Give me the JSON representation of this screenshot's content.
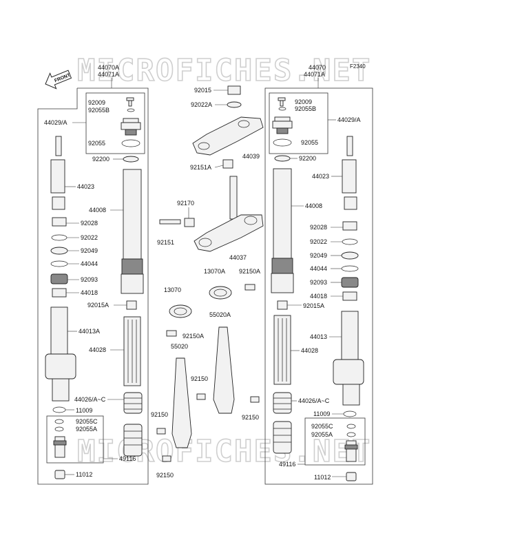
{
  "watermark": "MICROFICHES.NET",
  "figure_code": "F2340",
  "front_label": "FRONT",
  "left_assembly": {
    "header": [
      "44070A",
      "44071A"
    ],
    "labels": {
      "p92009": "92009",
      "p92055B": "92055B",
      "p92055": "92055",
      "p44029": "44029/A",
      "p92200": "92200",
      "p44023": "44023",
      "p44008": "44008",
      "p92028": "92028",
      "p92022": "92022",
      "p92049": "92049",
      "p44044": "44044",
      "p92093": "92093",
      "p44018": "44018",
      "p92015A": "92015A",
      "p44013A": "44013A",
      "p44028": "44028",
      "p44026": "44026/A~C",
      "p11009": "11009",
      "p92055C": "92055C",
      "p92055A": "92055A",
      "p49116": "49116",
      "p11012": "11012"
    }
  },
  "right_assembly": {
    "header": [
      "44070",
      "44071A"
    ],
    "labels": {
      "p92009": "92009",
      "p92055B": "92055B",
      "p92055": "92055",
      "p44029": "44029/A",
      "p92200": "92200",
      "p44023": "44023",
      "p44008": "44008",
      "p92028": "92028",
      "p92022": "92022",
      "p92049": "92049",
      "p44044": "44044",
      "p92093": "92093",
      "p44018": "44018",
      "p92015A": "92015A",
      "p44013": "44013",
      "p44028": "44028",
      "p44026": "44026/A~C",
      "p11009": "11009",
      "p92055C": "92055C",
      "p92055A": "92055A",
      "p49116": "49116",
      "p11012": "11012"
    }
  },
  "center": {
    "labels": {
      "p92015": "92015",
      "p92022A": "92022A",
      "p44039": "44039",
      "p92151A": "92151A",
      "p92170": "92170",
      "p92151": "92151",
      "p44037": "44037",
      "p13070A": "13070A",
      "p92150A_1": "92150A",
      "p13070": "13070",
      "p92150A_2": "92150A",
      "p55020A": "55020A",
      "p55020": "55020",
      "p92150_1": "92150",
      "p92150_2": "92150",
      "p92150_3": "92150",
      "p92150_4": "92150"
    }
  }
}
